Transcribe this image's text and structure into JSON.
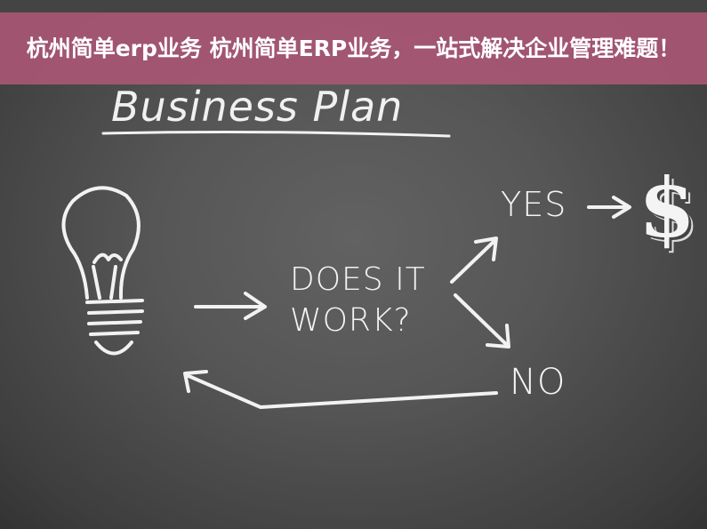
{
  "banner": {
    "title": "杭州简单erp业务 杭州简单ERP业务，一站式解决企业管理难题！"
  },
  "board": {
    "heading": "Business Plan",
    "question": "DOES IT WORK?",
    "question_line1": "DOES IT",
    "question_line2": "WORK?",
    "yes": "YES",
    "no": "NO",
    "dollar": "$"
  }
}
